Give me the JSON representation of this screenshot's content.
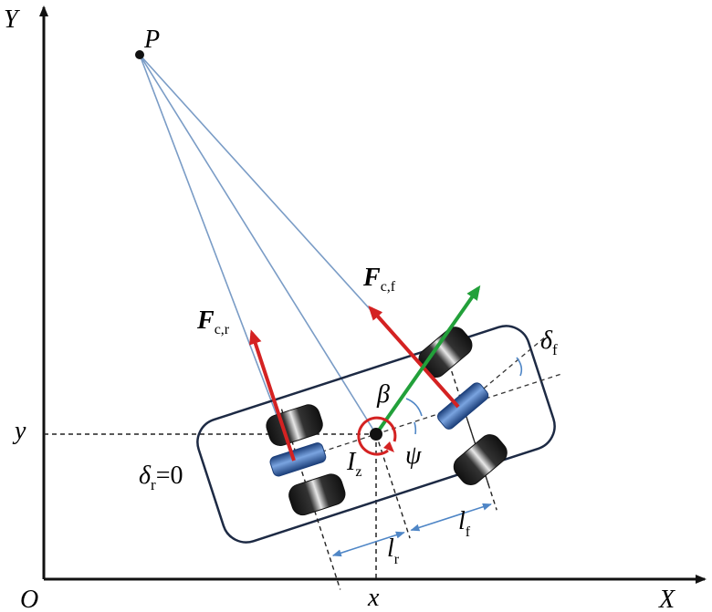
{
  "axes": {
    "origin_label": "O",
    "x_axis_label": "X",
    "y_axis_label": "Y",
    "x_position_label": "x",
    "y_position_label": "y"
  },
  "point": {
    "label": "P"
  },
  "forces": {
    "rear": {
      "symbol": "F",
      "subscript": "c,r"
    },
    "front": {
      "symbol": "F",
      "subscript": "c,f"
    }
  },
  "angles": {
    "sideslip": "β",
    "yaw": "ψ",
    "front_steer_symbol": "δ",
    "front_steer_subscript": "f",
    "rear_steer_symbol": "δ",
    "rear_steer_subscript": "r",
    "rear_steer_value": "=0"
  },
  "inertia": {
    "symbol": "I",
    "subscript": "z"
  },
  "lengths": {
    "rear_symbol": "l",
    "rear_subscript": "r",
    "front_symbol": "l",
    "front_subscript": "f"
  },
  "colors": {
    "axis": "#111111",
    "ray_lines": "#7a9cc6",
    "force_arrows": "#d42222",
    "velocity_arrow": "#22a03a",
    "body_outline": "#1d2a44",
    "dimension_arrows": "#4f86c6",
    "front_rear_wheels": "#2b5aa6",
    "tires": "#1a1a1a"
  }
}
